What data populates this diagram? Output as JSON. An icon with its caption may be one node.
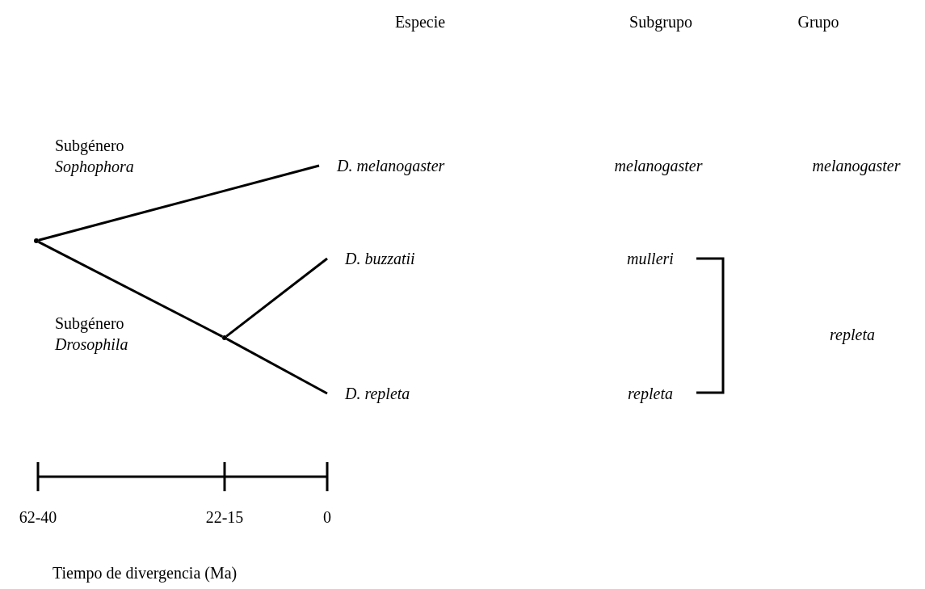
{
  "diagram": {
    "nodes": [
      {
        "text": [],
        "shape": "point"
      },
      {
        "text": [
          "D. melanogaster"
        ]
      },
      {
        "text": [],
        "shape": "point"
      },
      {
        "text": [
          "D. buzzatii"
        ]
      },
      {
        "text": [
          "D. repleta"
        ]
      }
    ],
    "edges": [
      {
        "from": 0,
        "to": 1,
        "arrow": "none"
      },
      {
        "from": 0,
        "to": 2,
        "arrow": "none"
      },
      {
        "from": 2,
        "to": 3,
        "arrow": "none"
      },
      {
        "from": 2,
        "to": 4,
        "arrow": "none"
      }
    ],
    "labels": [
      "Especie",
      "Subgrupo",
      "Grupo",
      "Subgénero *Sophophora*",
      "melanogaster",
      "melanogaster",
      "mulleri",
      "repleta",
      "Subgénero *Drosophila*",
      "repleta",
      "62-40",
      "22-15",
      "0",
      "Tiempo de divergencia (Ma)"
    ]
  }
}
